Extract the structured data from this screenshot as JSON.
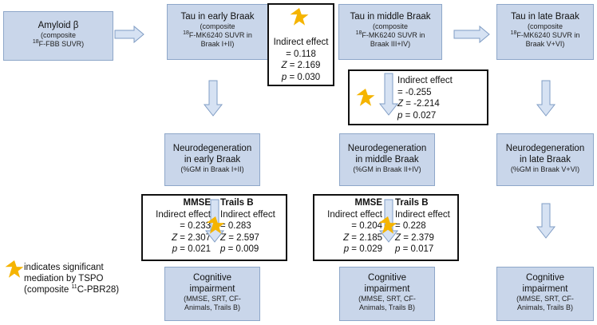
{
  "nodes": {
    "amyloid": {
      "title": "Amyloid β",
      "sub_pre": "(composite",
      "sub_sup": "18",
      "sub_post": "F-FBB SUVR)"
    },
    "tau_early": {
      "title": "Tau in early Braak",
      "sub1": "(composite",
      "sub_sup": "18",
      "sub2": "F-MK6240 SUVR in",
      "sub3": "Braak I+II)"
    },
    "tau_middle": {
      "title": "Tau in middle Braak",
      "sub1": "(composite",
      "sub_sup": "18",
      "sub2": "F-MK6240 SUVR in",
      "sub3": "Braak III+IV)"
    },
    "tau_late": {
      "title": "Tau in late Braak",
      "sub1": "(composite",
      "sub_sup": "18",
      "sub2": "F-MK6240 SUVR in",
      "sub3": "Braak V+VI)"
    },
    "neuro_early": {
      "title1": "Neurodegeneration",
      "title2": "in early Braak",
      "sub": "(%GM in Braak I+II)"
    },
    "neuro_middle": {
      "title1": "Neurodegeneration",
      "title2": "in middle Braak",
      "sub": "(%GM in Braak II+IV)"
    },
    "neuro_late": {
      "title1": "Neurodegeneration",
      "title2": "in late Braak",
      "sub": "(%GM in Braak V+VI)"
    },
    "cog_1": {
      "title1": "Cognitive",
      "title2": "impairment",
      "sub1": "(MMSE, SRT, CF-",
      "sub2": "Animals, Trails B)"
    },
    "cog_2": {
      "title1": "Cognitive",
      "title2": "impairment",
      "sub1": "(MMSE, SRT, CF-",
      "sub2": "Animals, Trails B)"
    },
    "cog_3": {
      "title1": "Cognitive",
      "title2": "impairment",
      "sub1": "(MMSE, SRT, CF-",
      "sub2": "Animals, Trails B)"
    }
  },
  "effects": {
    "amy_tau": {
      "label": "Indirect effect",
      "effect": "= 0.118",
      "z_sym": "Z",
      "z": " = 2.169",
      "p_sym": "p",
      "p": " = 0.030"
    },
    "early_middle": {
      "label": "Indirect effect",
      "effect": "= -0.255",
      "z_sym": "Z",
      "z": " = -2.214",
      "p_sym": "p",
      "p": " = 0.027"
    },
    "early_mmse": {
      "title": "MMSE",
      "label": "Indirect effect",
      "effect": "= 0.233",
      "z_sym": "Z",
      "z": " = 2.307",
      "p_sym": "p",
      "p": " = 0.021"
    },
    "early_trails": {
      "title": "Trails B",
      "label": "Indirect effect",
      "effect": "= 0.283",
      "z_sym": "Z",
      "z": " = 2.597",
      "p_sym": "p",
      "p": " = 0.009"
    },
    "middle_mmse": {
      "title": "MMSE",
      "label": "Indirect effect",
      "effect": "= 0.204",
      "z_sym": "Z",
      "z": " = 2.185",
      "p_sym": "p",
      "p": " = 0.029"
    },
    "middle_trails": {
      "title": "Trails B",
      "label": "Indirect effect",
      "effect": "= 0.228",
      "z_sym": "Z",
      "z": " = 2.379",
      "p_sym": "p",
      "p": " = 0.017"
    }
  },
  "legend": {
    "line1": "indicates significant",
    "line2": "mediation by TSPO",
    "line3_pre": "(composite ",
    "line3_sup": "11",
    "line3_post": "C-PBR28)"
  },
  "colors": {
    "node_fill": "#c9d6ea",
    "node_border": "#8ea7c9",
    "arrow_fill": "#d6e2f3",
    "arrow_stroke": "#7f9cc4",
    "star": "#f5b400"
  },
  "icons": {
    "star": "star-icon",
    "arrow": "block-arrow-icon"
  }
}
